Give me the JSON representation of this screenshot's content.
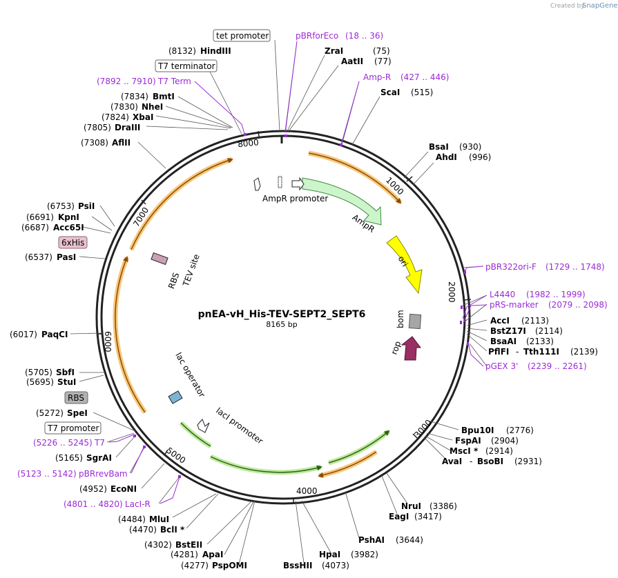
{
  "header": {
    "created_by": "Created by",
    "brand": "SnapGene"
  },
  "plasmid": {
    "name": "pnEA-vH_His-TEV-SEPT2_SEPT6",
    "length_label": "8165 bp",
    "length": 8165
  },
  "ticks": [
    {
      "label": "1000",
      "pos": 1000
    },
    {
      "label": "2000",
      "pos": 2000
    },
    {
      "label": "3000",
      "pos": 3000
    },
    {
      "label": "4000",
      "pos": 4000
    },
    {
      "label": "5000",
      "pos": 5000
    },
    {
      "label": "6000",
      "pos": 6000
    },
    {
      "label": "7000",
      "pos": 7000
    },
    {
      "label": "8000",
      "pos": 8000
    }
  ],
  "sites": [
    {
      "name": "ZraI",
      "pos": "(75)",
      "bp": 75
    },
    {
      "name": "AatII",
      "pos": "(77)",
      "bp": 77
    },
    {
      "name": "ScaI",
      "pos": "(515)",
      "bp": 515
    },
    {
      "name": "BsaI",
      "pos": "(930)",
      "bp": 930
    },
    {
      "name": "AhdI",
      "pos": "(996)",
      "bp": 996
    },
    {
      "name": "AccI",
      "pos": "(2113)",
      "bp": 2113
    },
    {
      "name": "BstZ17I",
      "pos": "(2114)",
      "bp": 2114
    },
    {
      "name": "BsaAI",
      "pos": "(2133)",
      "bp": 2133
    },
    {
      "name": "PflFI",
      "name2": "Tth111I",
      "pos": "(2139)",
      "bp": 2139
    },
    {
      "name": "Bpu10I",
      "pos": "(2776)",
      "bp": 2776
    },
    {
      "name": "FspAI",
      "pos": "(2904)",
      "bp": 2904
    },
    {
      "name": "MscI",
      "star": "*",
      "pos": "(2914)",
      "bp": 2914
    },
    {
      "name": "AvaI",
      "name2": "BsoBI",
      "pos": "(2931)",
      "bp": 2931
    },
    {
      "name": "NruI",
      "pos": "(3386)",
      "bp": 3386
    },
    {
      "name": "EagI",
      "pos": "(3417)",
      "bp": 3417
    },
    {
      "name": "PshAI",
      "pos": "(3644)",
      "bp": 3644
    },
    {
      "name": "HpaI",
      "pos": "(3982)",
      "bp": 3982
    },
    {
      "name": "BssHII",
      "pos": "(4073)",
      "bp": 4073
    },
    {
      "name": "PspOMI",
      "pos": "(4277)",
      "bp": 4277
    },
    {
      "name": "ApaI",
      "pos": "(4281)",
      "bp": 4281
    },
    {
      "name": "BstEII",
      "pos": "(4302)",
      "bp": 4302
    },
    {
      "name": "BclI",
      "star": "*",
      "pos": "(4470)",
      "bp": 4470
    },
    {
      "name": "MluI",
      "pos": "(4484)",
      "bp": 4484
    },
    {
      "name": "EcoNI",
      "pos": "(4952)",
      "bp": 4952
    },
    {
      "name": "SgrAI",
      "pos": "(5165)",
      "bp": 5165
    },
    {
      "name": "SpeI",
      "pos": "(5272)",
      "bp": 5272
    },
    {
      "name": "StuI",
      "pos": "(5695)",
      "bp": 5695
    },
    {
      "name": "SbfI",
      "pos": "(5705)",
      "bp": 5705
    },
    {
      "name": "PaqCI",
      "pos": "(6017)",
      "bp": 6017
    },
    {
      "name": "PasI",
      "pos": "(6537)",
      "bp": 6537
    },
    {
      "name": "Acc65I",
      "pos": "(6687)",
      "bp": 6687
    },
    {
      "name": "KpnI",
      "pos": "(6691)",
      "bp": 6691
    },
    {
      "name": "PsiI",
      "pos": "(6753)",
      "bp": 6753
    },
    {
      "name": "AflII",
      "pos": "(7308)",
      "bp": 7308
    },
    {
      "name": "DraIII",
      "pos": "(7805)",
      "bp": 7805
    },
    {
      "name": "XbaI",
      "pos": "(7824)",
      "bp": 7824
    },
    {
      "name": "NheI",
      "pos": "(7830)",
      "bp": 7830
    },
    {
      "name": "BmtI",
      "pos": "(7834)",
      "bp": 7834
    },
    {
      "name": "HindIII",
      "pos": "(8132)",
      "bp": 8132
    }
  ],
  "primers": [
    {
      "name": "pBRforEco",
      "range": "(18 .. 36)"
    },
    {
      "name": "Amp-R",
      "range": "(427 .. 446)"
    },
    {
      "name": "pBR322ori-F",
      "range": "(1729 .. 1748)"
    },
    {
      "name": "L4440",
      "range": "(1982 .. 1999)"
    },
    {
      "name": "pRS-marker",
      "range": "(2079 .. 2098)"
    },
    {
      "name": "pGEX 3'",
      "range": "(2239 .. 2261)"
    },
    {
      "name": "LacI-R",
      "range": "(4801 .. 4820)"
    },
    {
      "name": "pBRrevBam",
      "range": "(5123 .. 5142)"
    },
    {
      "name": "T7",
      "range": "(5226 .. 5245)"
    },
    {
      "name": "T7 Term",
      "range": "(7892 .. 7910)"
    }
  ],
  "boxed_labels": {
    "tet_promoter": "tet promoter",
    "t7_terminator": "T7 terminator",
    "his6": "6xHis",
    "rbs": "RBS",
    "t7_promoter": "T7 promoter"
  },
  "features": {
    "ampr_promoter": "AmpR promoter",
    "ampr": "AmpR",
    "ori": "ori",
    "bom": "bom",
    "rop": "rop",
    "laci_promoter": "lacI promoter",
    "lac_operator": "lac operator",
    "rbs": "RBS",
    "tev_site": "TEV site"
  },
  "colors": {
    "primer": "#9b2ad6",
    "ampr": "#ccf5cc",
    "ori": "#ffff00",
    "rop": "#992e63",
    "bom": "#a6a6a6",
    "orange_arc": "#f5a623",
    "green_arc": "#5fa83a",
    "his_tag": "#e8c2cc",
    "rbs_box": "#b3b3b3"
  }
}
